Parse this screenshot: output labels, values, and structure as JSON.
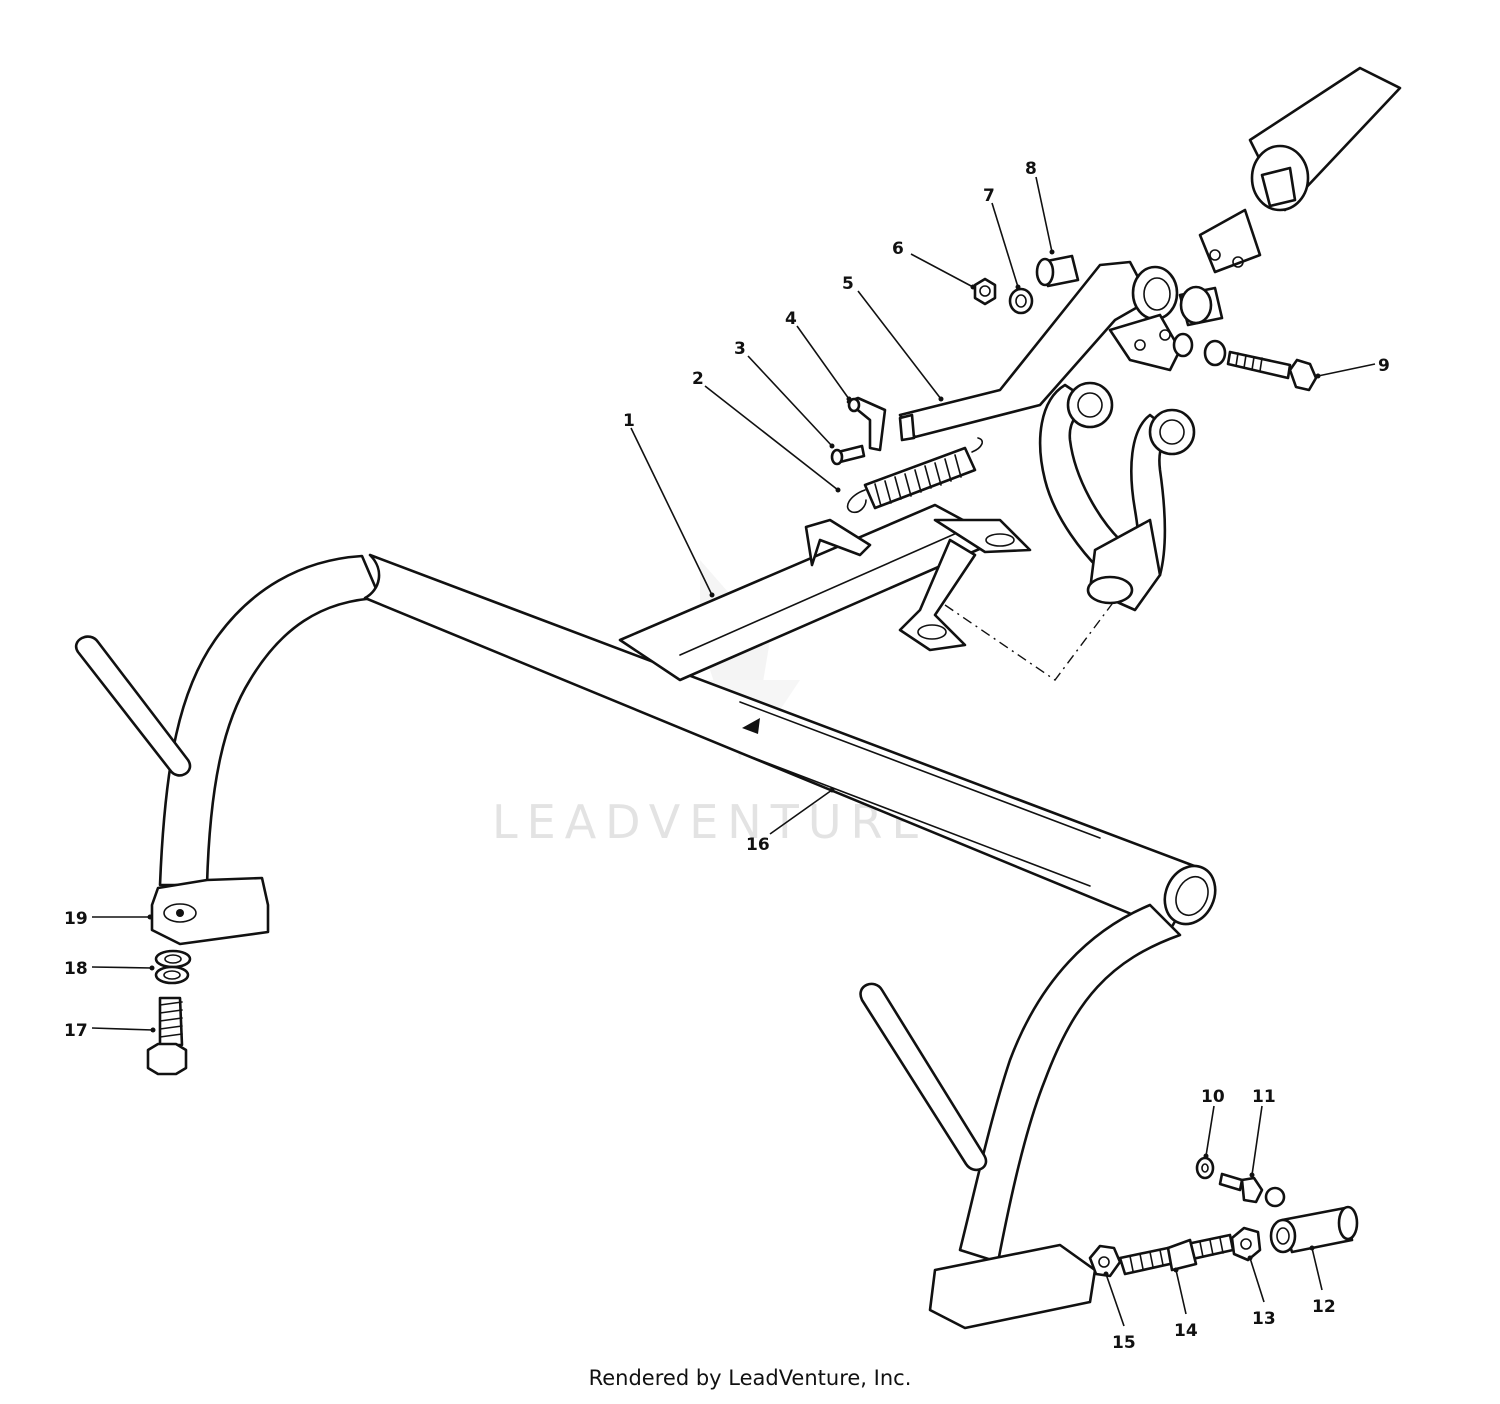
{
  "watermark": "LEADVENTURE",
  "footer": "Rendered by LeadVenture, Inc.",
  "callouts": [
    {
      "id": "1",
      "text": "1"
    },
    {
      "id": "2",
      "text": "2"
    },
    {
      "id": "3",
      "text": "3"
    },
    {
      "id": "4",
      "text": "4"
    },
    {
      "id": "5",
      "text": "5"
    },
    {
      "id": "6",
      "text": "6"
    },
    {
      "id": "7",
      "text": "7"
    },
    {
      "id": "8",
      "text": "8"
    },
    {
      "id": "9",
      "text": "9"
    },
    {
      "id": "10",
      "text": "10"
    },
    {
      "id": "11",
      "text": "11"
    },
    {
      "id": "12",
      "text": "12"
    },
    {
      "id": "13",
      "text": "13"
    },
    {
      "id": "14",
      "text": "14"
    },
    {
      "id": "15",
      "text": "15"
    },
    {
      "id": "16",
      "text": "16"
    },
    {
      "id": "17",
      "text": "17"
    },
    {
      "id": "18",
      "text": "18"
    },
    {
      "id": "19",
      "text": "19"
    }
  ]
}
